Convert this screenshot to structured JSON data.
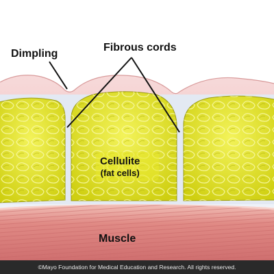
{
  "labels": {
    "dimpling": "Dimpling",
    "fibrous_cords": "Fibrous cords",
    "cellulite": "Cellulite",
    "fat_cells": "(fat cells)",
    "muscle": "Muscle"
  },
  "copyright": "©Mayo Foundation for Medical Education and Research.  All rights reserved.",
  "colors": {
    "skin": "#f2c6c6",
    "fat": "#e4e426",
    "fat_highlight": "#f7f78a",
    "muscle": "#d97a7a",
    "septa": "#e8eef6",
    "footer": "#2a2a2a"
  }
}
